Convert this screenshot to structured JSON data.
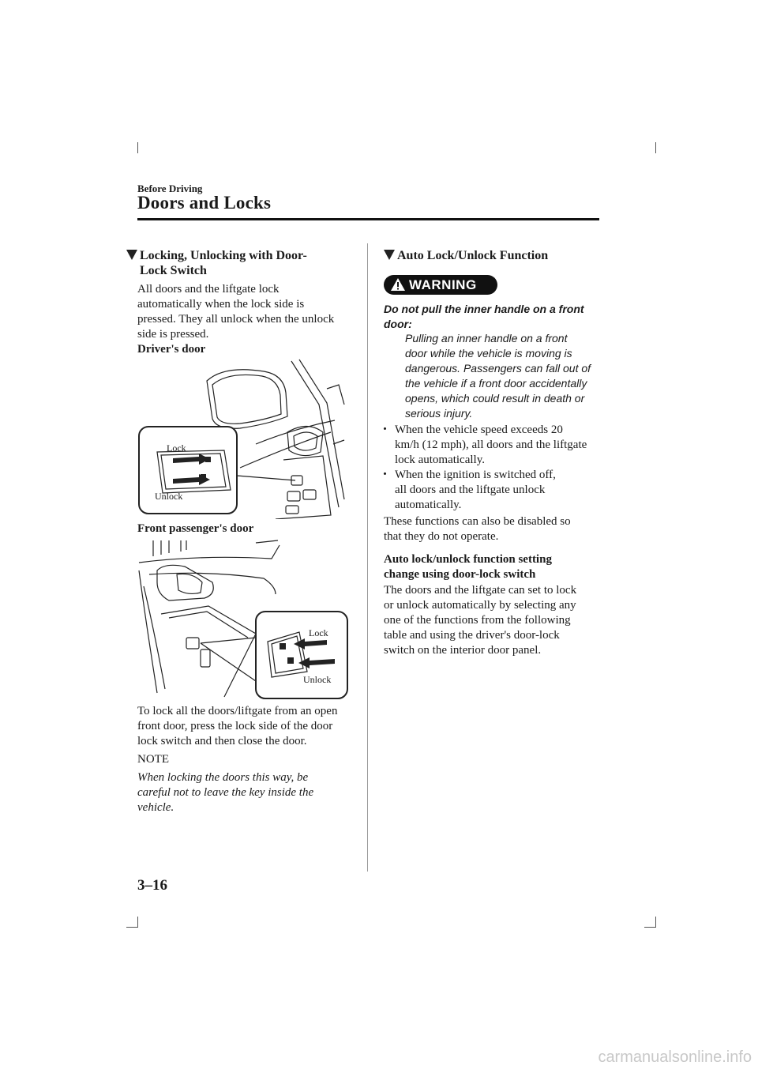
{
  "header": {
    "section": "Before Driving",
    "chapter": "Doors and Locks"
  },
  "left": {
    "heading_line1": "Locking, Unlocking with Door-",
    "heading_line2": "Lock Switch",
    "intro": [
      "All doors and the liftgate lock",
      "automatically when the lock side is",
      "pressed. They all unlock when the unlock",
      "side is pressed."
    ],
    "drivers_door": "Driver's door",
    "fig1": {
      "lock": "Lock",
      "unlock": "Unlock"
    },
    "passenger_door": "Front passenger's door",
    "fig2": {
      "lock": "Lock",
      "unlock": "Unlock"
    },
    "para": [
      "To lock all the doors/liftgate from an open",
      "front door, press the lock side of the door",
      "lock switch and then close the door."
    ],
    "note_title": "NOTE",
    "note": [
      "When locking the doors this way, be",
      "careful not to leave the key inside the",
      "vehicle."
    ]
  },
  "right": {
    "heading": "Auto Lock/Unlock Function",
    "warning_label": "WARNING",
    "warning_title": [
      "Do not pull the inner handle on a front",
      "door:"
    ],
    "warning_body": [
      "Pulling an inner handle on a front",
      "door while the vehicle is moving is",
      "dangerous. Passengers can fall out of",
      "the vehicle if a front door accidentally",
      "opens, which could result in death or",
      "serious injury."
    ],
    "bullets": [
      [
        "When the vehicle speed exceeds 20",
        "km/h (12 mph), all doors and the liftgate",
        "lock automatically."
      ],
      [
        "When the ignition is switched off,",
        "all doors and the liftgate unlock",
        "automatically."
      ]
    ],
    "para1": [
      "These functions can also be disabled so",
      "that they do not operate."
    ],
    "subheading": [
      "Auto lock/unlock function setting",
      "change using door-lock switch"
    ],
    "para2": [
      "The doors and the liftgate can set to lock",
      "or unlock automatically by selecting any",
      "one of the functions from the following",
      "table and using the driver's door-lock",
      "switch on the interior door panel."
    ]
  },
  "footer": {
    "page_number": "3–16",
    "watermark": "carmanualsonline.info"
  }
}
